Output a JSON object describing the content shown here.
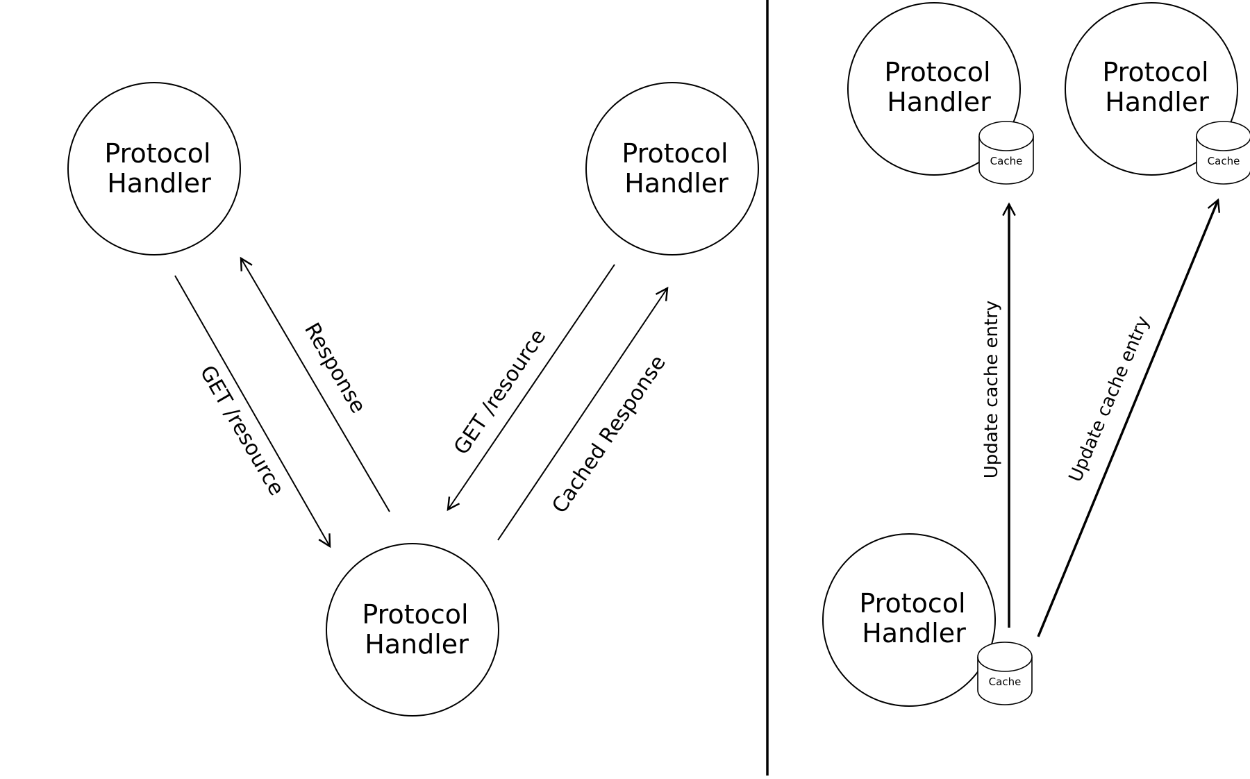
{
  "nodes": [
    {
      "id": "left-top",
      "label_line1": "Protocol",
      "label_line2": "Handler",
      "has_cache": false
    },
    {
      "id": "left-right",
      "label_line1": "Protocol",
      "label_line2": "Handler",
      "has_cache": false
    },
    {
      "id": "left-bottom",
      "label_line1": "Protocol",
      "label_line2": "Handler",
      "has_cache": false
    },
    {
      "id": "right-top-1",
      "label_line1": "Protocol",
      "label_line2": "Handler",
      "has_cache": true,
      "cache_label": "Cache"
    },
    {
      "id": "right-top-2",
      "label_line1": "Protocol",
      "label_line2": "Handler",
      "has_cache": true,
      "cache_label": "Cache"
    },
    {
      "id": "right-bottom",
      "label_line1": "Protocol",
      "label_line2": "Handler",
      "has_cache": true,
      "cache_label": "Cache"
    }
  ],
  "edges": [
    {
      "from": "left-top",
      "to": "left-bottom",
      "label": "GET /resource"
    },
    {
      "from": "left-bottom",
      "to": "left-top",
      "label": "Response"
    },
    {
      "from": "left-right",
      "to": "left-bottom",
      "label": "GET /resource"
    },
    {
      "from": "left-bottom",
      "to": "left-right",
      "label": "Cached Response"
    },
    {
      "from": "right-bottom",
      "to": "right-top-1",
      "label": "Update cache entry"
    },
    {
      "from": "right-bottom",
      "to": "right-top-2",
      "label": "Update cache entry"
    }
  ],
  "colors": {
    "stroke": "#000000",
    "background": "#ffffff"
  }
}
